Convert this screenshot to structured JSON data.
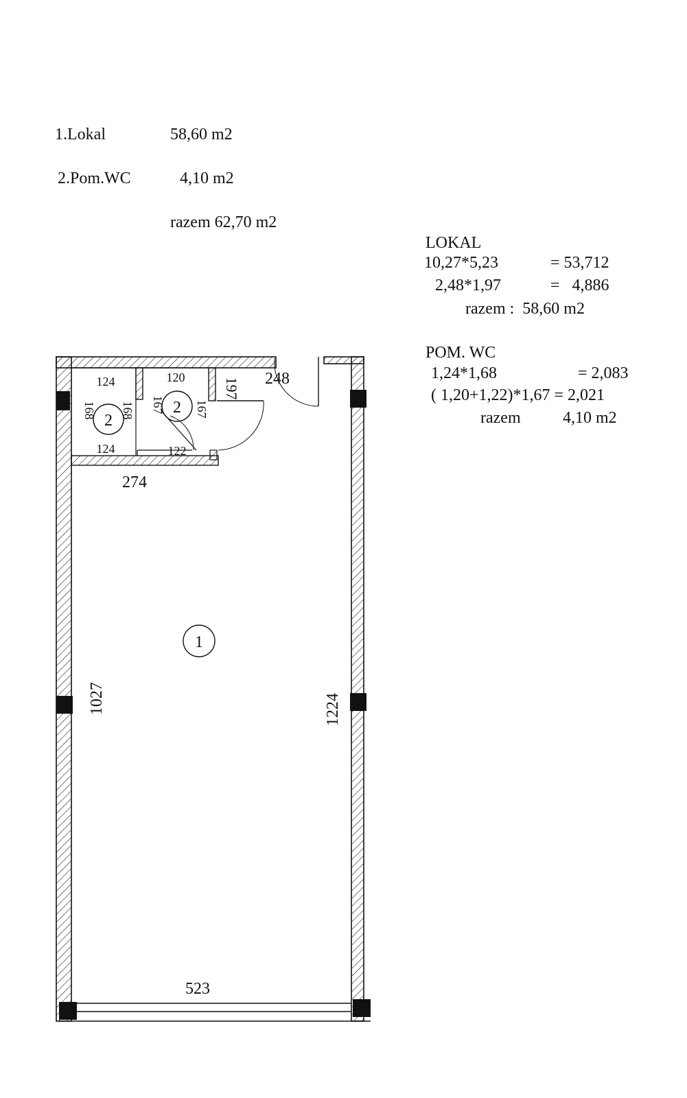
{
  "summary": {
    "row1": {
      "label": "1.Lokal",
      "value": "58,60 m2"
    },
    "row2": {
      "label": "2.Pom.WC",
      "value": "4,10 m2"
    },
    "total": "razem 62,70 m2"
  },
  "lokal": {
    "title": "LOKAL",
    "line1": {
      "expr": "10,27*5,23",
      "result": "= 53,712"
    },
    "line2": {
      "expr": "2,48*1,97",
      "result": "=   4,886"
    },
    "total": "razem :  58,60 m2"
  },
  "wc": {
    "title": "POM. WC",
    "line1": {
      "expr": "1,24*1,68",
      "result": "= 2,083"
    },
    "line2": "( 1,20+1,22)*1,67 = 2,021",
    "total_label": "razem",
    "total_value": "4,10 m2"
  },
  "plan": {
    "dims": {
      "d124a": "124",
      "d120": "120",
      "d197": "197",
      "d248": "248",
      "d168a": "168",
      "d168b": "168",
      "d167a": "167",
      "d167b": "167",
      "d124b": "124",
      "d122": "122",
      "d274": "274",
      "d1027": "1027",
      "d1224": "1224",
      "d523": "523"
    },
    "rooms": {
      "lokal": "1",
      "wc_a": "2",
      "wc_b": "2"
    }
  }
}
